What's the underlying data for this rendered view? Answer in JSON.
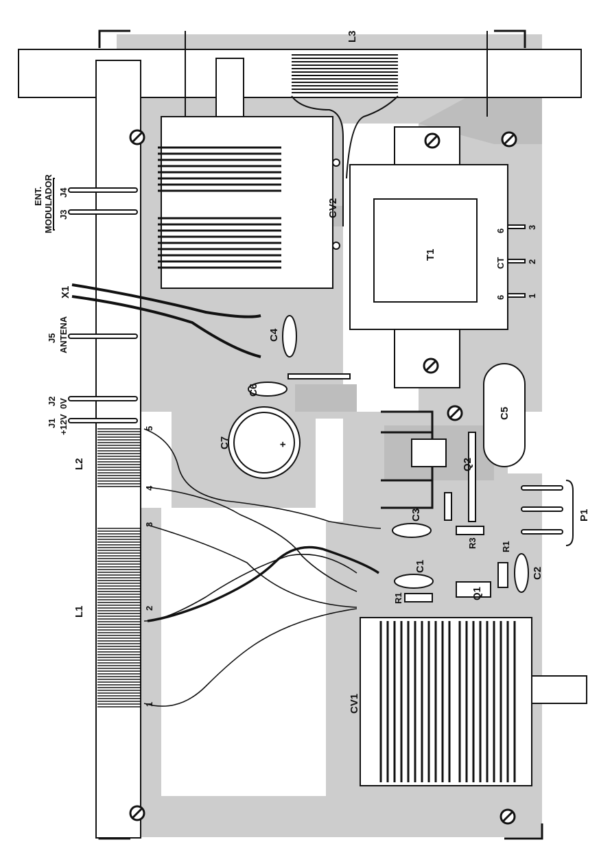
{
  "diagram": {
    "components": {
      "l1": "L1",
      "l2": "L2",
      "l3": "L3",
      "cv1": "CV1",
      "cv2": "CV2",
      "t1": "T1",
      "c1": "C1",
      "c2": "C2",
      "c3": "C3",
      "c4": "C4",
      "c5": "C5",
      "c6": "C6",
      "c7": "C7",
      "q1": "Q1",
      "q2": "Q2",
      "r1a": "R1",
      "r1b": "R1",
      "r3": "R3",
      "p1": "P1",
      "x1": "X1"
    },
    "jacks": {
      "j1": "J1",
      "j1_desc": "+12V",
      "j2": "J2",
      "j2_desc": "0V",
      "j3": "J3",
      "j4": "J4",
      "j5": "J5",
      "j5_desc": "ANTENA",
      "modulator_line1": "ENT.",
      "modulator_line2": "MODULADOR"
    },
    "coil_taps": [
      "1",
      "2",
      "3",
      "4",
      "5"
    ],
    "transformer_pins": {
      "pin1": "1",
      "pin2": "2",
      "pin3": "3",
      "pin_ct": "CT",
      "pin6a": "6",
      "pin6b": "6"
    },
    "polarity": "+"
  },
  "colors": {
    "board": "#c9c9c9",
    "copper": "#b9b9b9",
    "ink": "#111111",
    "paper": "#ffffff"
  }
}
